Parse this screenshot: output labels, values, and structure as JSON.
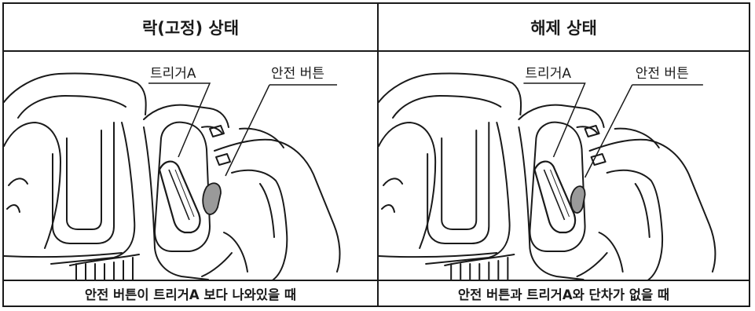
{
  "panels": [
    {
      "header": "락(고정) 상태",
      "trigger_label": "트리거A",
      "safety_label": "안전 버튼",
      "caption": "안전 버튼이 트리거A 보다 나와있을 때"
    },
    {
      "header": "해제 상태",
      "trigger_label": "트리거A",
      "safety_label": "안전 버튼",
      "caption": "안전 버튼과 트리거A와 단차가 없을 때"
    }
  ]
}
